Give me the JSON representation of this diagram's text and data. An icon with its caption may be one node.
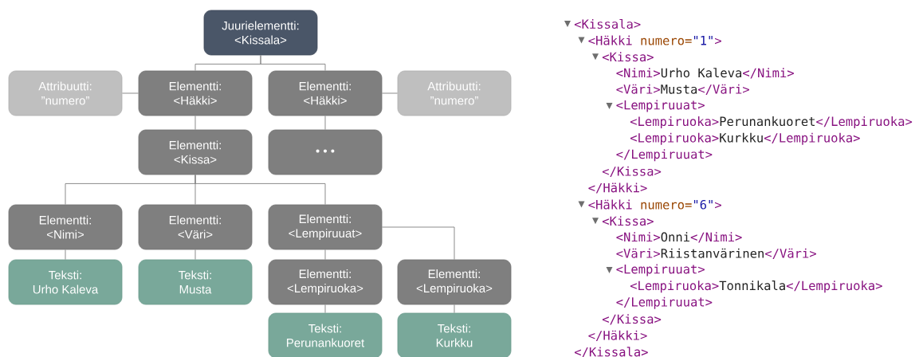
{
  "diagram": {
    "nodes": [
      {
        "text": [
          "Juurielementti:",
          "<Kissala>"
        ]
      },
      {
        "text": [
          "Attribuutti:",
          "”numero”"
        ]
      },
      {
        "text": [
          "Elementti:",
          "<Häkki>"
        ]
      },
      {
        "text": [
          "Elementti:",
          "<Häkki>"
        ]
      },
      {
        "text": [
          "Attribuutti:",
          "”numero”"
        ]
      },
      {
        "text": [
          "Elementti:",
          "<Kissa>"
        ]
      },
      {
        "text": [
          "• • •"
        ]
      },
      {
        "text": [
          "Elementti:",
          "<Nimi>"
        ]
      },
      {
        "text": [
          "Elementti:",
          "<Väri>"
        ]
      },
      {
        "text": [
          "Elementti:",
          "<Lempiruuat>"
        ]
      },
      {
        "text": [
          "Teksti:",
          "Urho Kaleva"
        ]
      },
      {
        "text": [
          "Teksti:",
          "Musta"
        ]
      },
      {
        "text": [
          "Elementti:",
          "<Lempiruoka>"
        ]
      },
      {
        "text": [
          "Elementti:",
          "<Lempiruoka>"
        ]
      },
      {
        "text": [
          "Teksti:",
          "Perunankuoret"
        ]
      },
      {
        "text": [
          "Teksti:",
          "Kurkku"
        ]
      }
    ],
    "edges": [
      {
        "from": 0,
        "to": 2,
        "arrow": "none"
      },
      {
        "from": 0,
        "to": 3,
        "arrow": "none"
      },
      {
        "from": 1,
        "to": 2,
        "arrow": "none"
      },
      {
        "from": 3,
        "to": 4,
        "arrow": "none"
      },
      {
        "from": 2,
        "to": 5,
        "arrow": "none"
      },
      {
        "from": 3,
        "to": 6,
        "arrow": "none"
      },
      {
        "from": 5,
        "to": 7,
        "arrow": "none"
      },
      {
        "from": 5,
        "to": 8,
        "arrow": "none"
      },
      {
        "from": 5,
        "to": 9,
        "arrow": "none"
      },
      {
        "from": 7,
        "to": 10,
        "arrow": "none"
      },
      {
        "from": 8,
        "to": 11,
        "arrow": "none"
      },
      {
        "from": 9,
        "to": 12,
        "arrow": "none"
      },
      {
        "from": 9,
        "to": 13,
        "arrow": "none"
      },
      {
        "from": 12,
        "to": 14,
        "arrow": "none"
      },
      {
        "from": 13,
        "to": 15,
        "arrow": "none"
      }
    ],
    "labels": [
      "<Kissala>",
      "<Häkki",
      "numero=",
      "\"1\"",
      ">",
      "<Kissa>",
      "<Nimi>",
      "Urho Kaleva",
      "</Nimi>",
      "<Väri>",
      "Musta",
      "</Väri>",
      "<Lempiruuat>",
      "<Lempiruoka>",
      "Perunankuoret",
      "</Lempiruoka>",
      "<Lempiruoka>",
      "Kurkku",
      "</Lempiruoka>",
      "</Lempiruuat>",
      "</Kissa>",
      "</Häkki>",
      "<Häkki",
      "numero=",
      "\"6\"",
      ">",
      "<Kissa>",
      "<Nimi>",
      "Onni",
      "</Nimi>",
      "<Väri>",
      "Riistanvärinen",
      "</Väri>",
      "<Lempiruuat>",
      "<Lempiruoka>",
      "Tonnikala",
      "</Lempiruoka>",
      "</Lempiruuat>",
      "</Kissa>",
      "</Häkki>",
      "</Kissala>"
    ]
  }
}
